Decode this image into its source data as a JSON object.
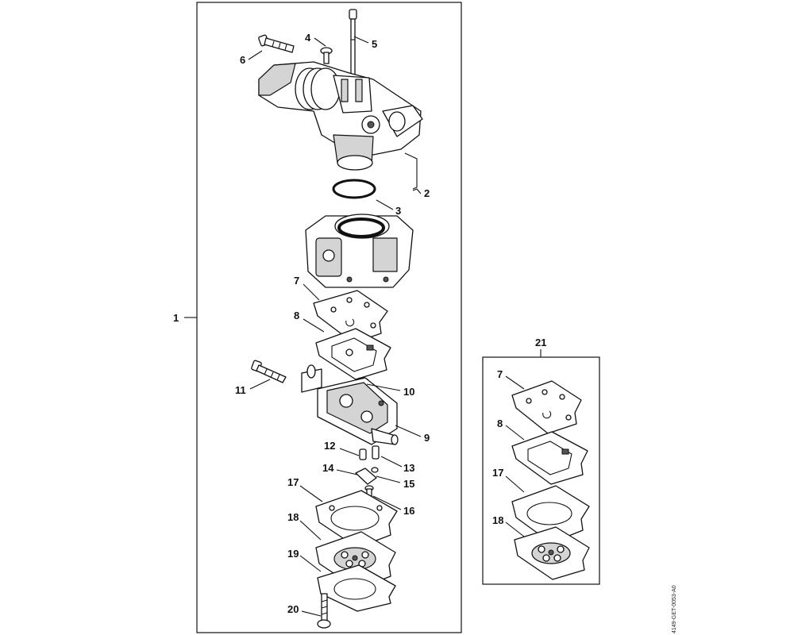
{
  "figure": {
    "reference_code": "4149-GET-0053-A0"
  },
  "callouts": {
    "c1": "1",
    "c2": "2",
    "c3": "3",
    "c4": "4",
    "c5": "5",
    "c6": "6",
    "c7": "7",
    "c8": "8",
    "c9": "9",
    "c10": "10",
    "c11": "11",
    "c12": "12",
    "c13": "13",
    "c14": "14",
    "c15": "15",
    "c16": "16",
    "c17": "17",
    "c18": "18",
    "c19": "19",
    "c20": "20",
    "c21": "21"
  },
  "kit_callouts": {
    "k7": "7",
    "k8": "8",
    "k17": "17",
    "k18": "18"
  }
}
